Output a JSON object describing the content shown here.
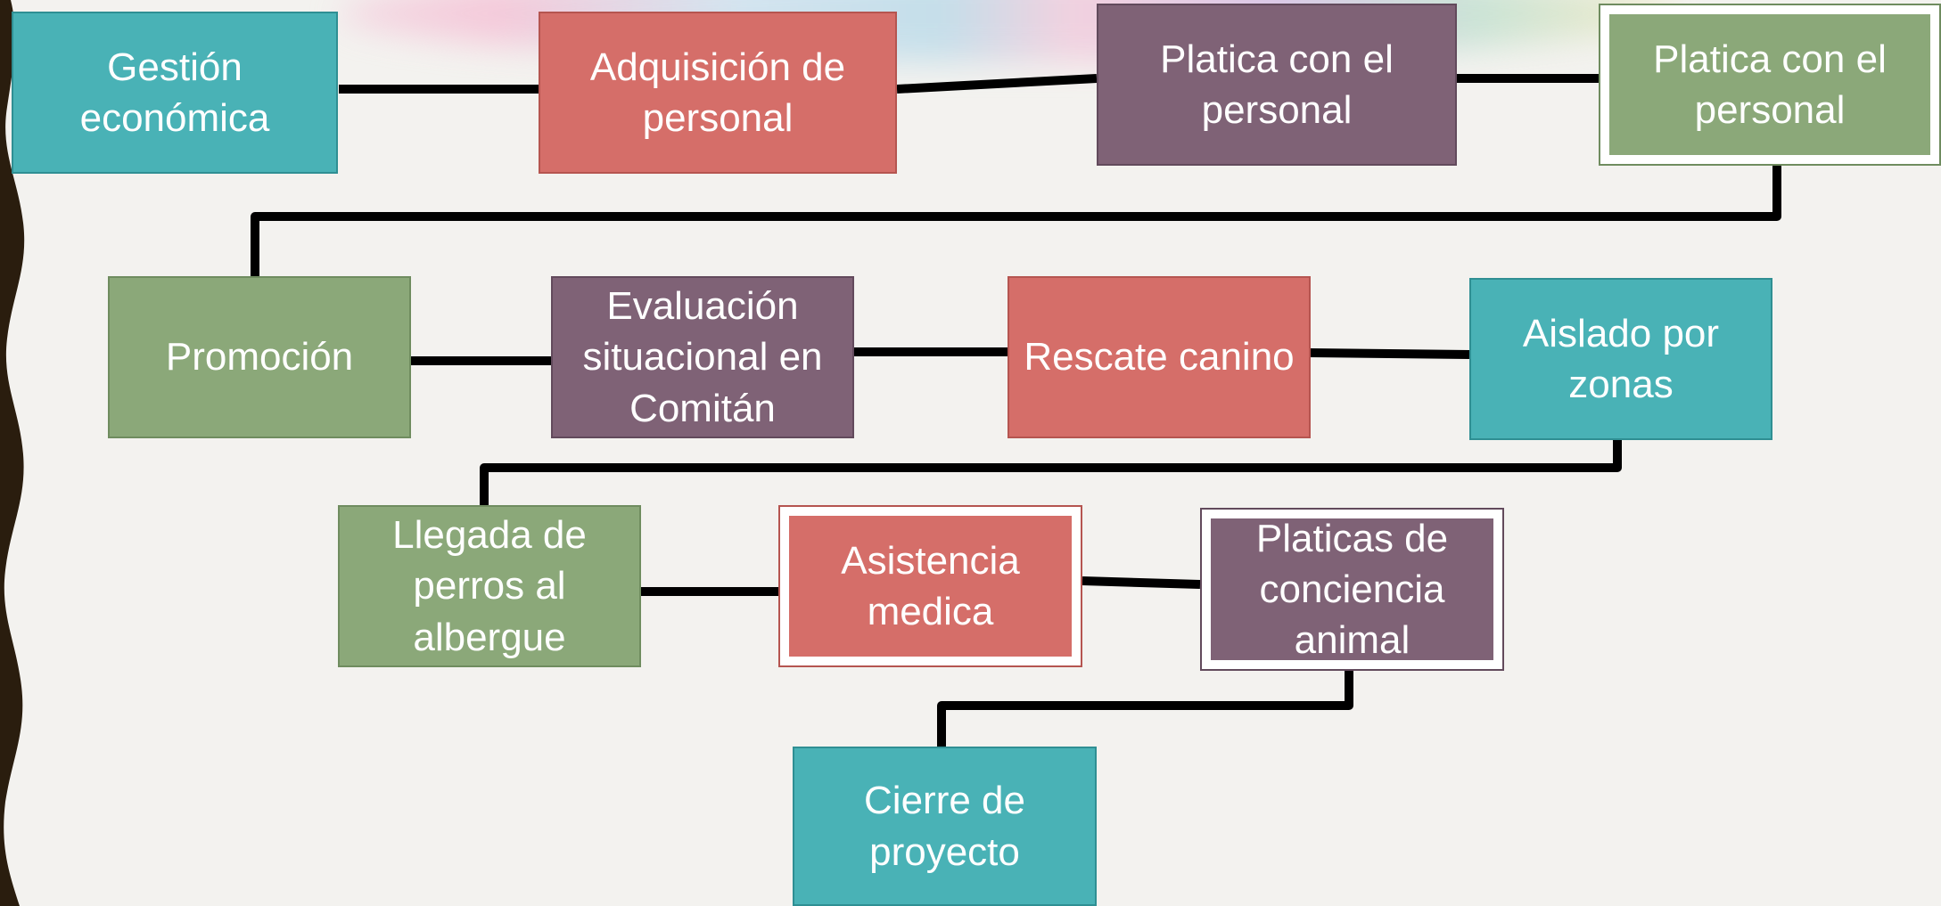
{
  "diagram": {
    "type": "process-flow",
    "nodes": [
      {
        "id": "n1",
        "label": "Gestión\neconómica",
        "color": "#49b2b6"
      },
      {
        "id": "n2",
        "label": "Adquisición de\npersonal",
        "color": "#d56e69"
      },
      {
        "id": "n3",
        "label": "Platica con el\npersonal",
        "color": "#7f6276"
      },
      {
        "id": "n4",
        "label": "Platica con el\npersonal",
        "color": "#8ba879"
      },
      {
        "id": "n5",
        "label": "Promoción",
        "color": "#8ba879"
      },
      {
        "id": "n6",
        "label": "Evaluación\nsituacional en\nComitán",
        "color": "#7f6276"
      },
      {
        "id": "n7",
        "label": "Rescate canino",
        "color": "#d56e69"
      },
      {
        "id": "n8",
        "label": "Aislado por\nzonas",
        "color": "#49b2b6"
      },
      {
        "id": "n9",
        "label": "Llegada de\nperros al\nalbergue",
        "color": "#8ba879"
      },
      {
        "id": "n10",
        "label": "Asistencia\nmedica",
        "color": "#d56e69"
      },
      {
        "id": "n11",
        "label": "Platicas de\nconciencia\nanimal",
        "color": "#7f6276"
      },
      {
        "id": "n12",
        "label": "Cierre de\nproyecto",
        "color": "#49b2b6"
      }
    ],
    "edges": [
      [
        "n1",
        "n2"
      ],
      [
        "n2",
        "n3"
      ],
      [
        "n3",
        "n4"
      ],
      [
        "n4",
        "n5"
      ],
      [
        "n5",
        "n6"
      ],
      [
        "n6",
        "n7"
      ],
      [
        "n7",
        "n8"
      ],
      [
        "n8",
        "n9"
      ],
      [
        "n9",
        "n10"
      ],
      [
        "n10",
        "n11"
      ],
      [
        "n11",
        "n12"
      ]
    ]
  },
  "colors": {
    "background": "#f3f2ef",
    "connector": "#000000",
    "left_border_wave": "#2a1d0e"
  }
}
